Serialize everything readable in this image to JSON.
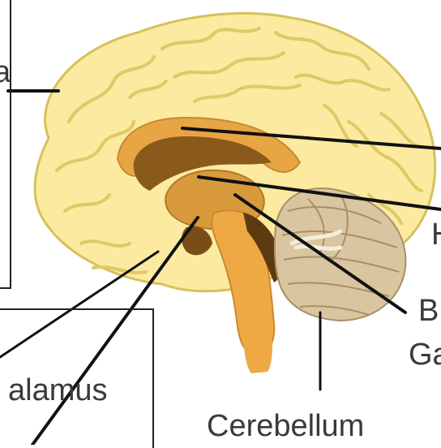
{
  "labels": {
    "left_partial": "a",
    "hypothalamus_partial": "alamus",
    "cerebellum": "Cerebellum",
    "right_b": "B",
    "right_ga": "Ga",
    "right_h": "H"
  },
  "colors": {
    "cortex_fill": "#fbea9f",
    "cortex_stroke": "#d6c15c",
    "gyri": "#e0c966",
    "corpus": "#e8a544",
    "ventricle": "#8a5a1c",
    "stem": "#efa944",
    "stem_shadow": "#c98a2f",
    "cerebellum_fill": "#d9c5a0",
    "cerebellum_lines": "#a98f66",
    "line_black": "#111111"
  }
}
